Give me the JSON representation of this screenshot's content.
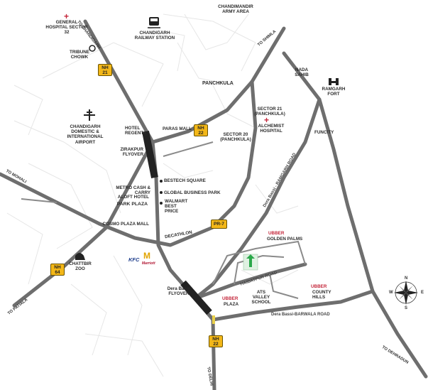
{
  "map": {
    "highways": {
      "nh21": [
        "NH",
        "21"
      ],
      "nh22_top": [
        "NH",
        "22"
      ],
      "nh22_bottom": [
        "NH",
        "22"
      ],
      "nh64": [
        "NH",
        "64"
      ],
      "pr7": "PR-7"
    },
    "directions": {
      "to_chandigarh": "TO CHANDIGARH",
      "to_shimla": "TO SHIMLA",
      "to_mohali": "TO MOHALI",
      "to_patiala": "TO PATIALA",
      "to_dehradun": "TO DEHRADUN",
      "to_delhi": "TO DELHI"
    },
    "places": {
      "general_hospital": "GENERAL HOSPITAL SECTOR 32",
      "chandimandir": "CHANDIMANDIR ARMY AREA",
      "railway_station": "CHANDIGARH RAILWAY STATION",
      "tribune_chowk": "TRIBUNE CHOWK",
      "nada_sahib": "NADA SAHIB",
      "ramgarh_fort": "RAMGARH FORT",
      "panchkula": "PANCHKULA",
      "airport": "CHANDIGARH DOMESTIC & INTERNATIONAL AIRPORT",
      "hotel_regenta": "HOTEL REGENTA",
      "paras_mall": "PARAS MALL",
      "sector21": "SECTOR 21 (PANCHKULA)",
      "alchemist": "ALCHEMIST HOSPITAL",
      "sector20": "SECTOR 20 (PANCHKULA)",
      "funcity": "FUNCITY",
      "zirakpur_flyover": "ZIRAKPUR FLYOVER",
      "bestech": "BESTECH SQUARE",
      "metro": "METRO CASH & CARRY",
      "global_business_park": "GLOBAL BUSINESS PARK",
      "aloft": "ALOFT HOTEL",
      "park_plaza": "PARK PLAZA",
      "walmart": "WALMART BEST PRICE",
      "cosmo": "COSMO PLAZA MALL",
      "decathlon": "DECATHLON",
      "chattbir_zoo": "CHATTBIR ZOO",
      "dera_bassi_flyover": "Dera Bassi FLYOVER",
      "ats_valley": "ATS VALLEY SCHOOL",
      "kfc": "KFC",
      "marriott": "Marriott"
    },
    "ubber": {
      "golden_palms_brand": "UBBER",
      "golden_palms": "GOLDEN PALMS",
      "plaza_brand": "UBBER",
      "plaza": "PLAZA",
      "county_brand": "UBBER",
      "county": "COUNTY HILLS"
    },
    "roads": {
      "ramgarh_road": "Dera Bassi - RAMGARH ROAD",
      "haibatpur_road": "HAIBATPUR ROAD",
      "barwala_road": "Dera Bassi-BARWALA ROAD"
    },
    "compass": {
      "n": "N",
      "s": "S",
      "e": "E",
      "w": "W"
    },
    "colors": {
      "road": "#6e6e6e",
      "flyover": "#222222",
      "shield": "#f3b718",
      "accent": "#c4263a",
      "project": "#2aa84a"
    }
  }
}
